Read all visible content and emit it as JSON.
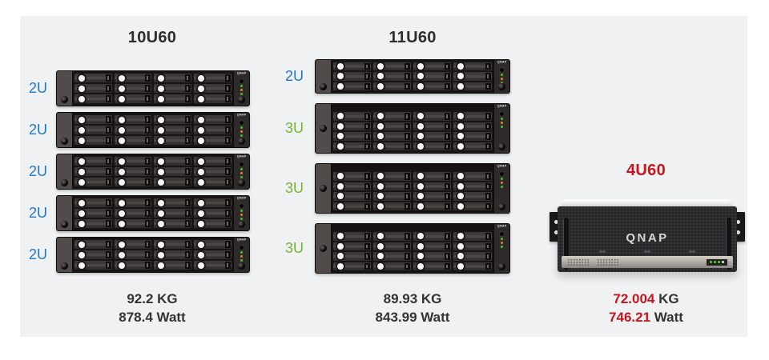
{
  "colors": {
    "blue": "#1e78c8",
    "green": "#72b62c",
    "red": "#c4161c",
    "dark": "#333333",
    "panel_bg": "#f0f1f3"
  },
  "rack_unit": {
    "mini_logo": "QNAP"
  },
  "columns": [
    {
      "title": "10U60",
      "units": [
        {
          "label": "2U",
          "u": 2,
          "color": "blue"
        },
        {
          "label": "2U",
          "u": 2,
          "color": "blue"
        },
        {
          "label": "2U",
          "u": 2,
          "color": "blue"
        },
        {
          "label": "2U",
          "u": 2,
          "color": "blue"
        },
        {
          "label": "2U",
          "u": 2,
          "color": "blue"
        }
      ],
      "weight_value": "92.2",
      "weight_unit": "KG",
      "power_value": "878.4",
      "power_unit": "Watt"
    },
    {
      "title": "11U60",
      "units": [
        {
          "label": "2U",
          "u": 2,
          "color": "blue"
        },
        {
          "label": "3U",
          "u": 3,
          "color": "green"
        },
        {
          "label": "3U",
          "u": 3,
          "color": "green"
        },
        {
          "label": "3U",
          "u": 3,
          "color": "green"
        }
      ],
      "weight_value": "89.93",
      "weight_unit": "KG",
      "power_value": "843.99",
      "power_unit": "Watt"
    }
  ],
  "product": {
    "title": "4U60",
    "logo": "QNAP",
    "weight_value": "72.004",
    "weight_unit": "KG",
    "power_value": "746.21",
    "power_unit": "Watt"
  }
}
